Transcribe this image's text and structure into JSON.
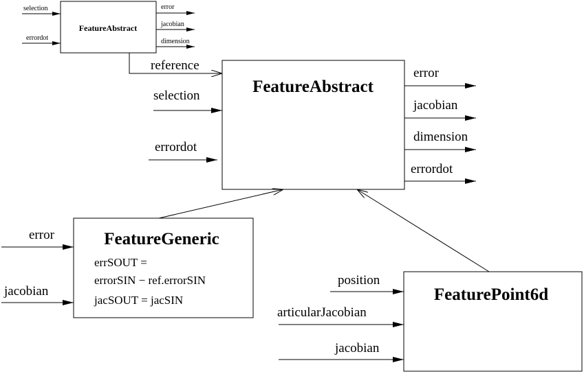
{
  "small_block": {
    "title": "FeatureAbstract",
    "inputs": [
      "selection",
      "errordot"
    ],
    "outputs": [
      "error",
      "jacobian",
      "dimension"
    ]
  },
  "reference_label": "reference",
  "main_block": {
    "title": "FeatureAbstract",
    "inputs": [
      "selection",
      "errordot"
    ],
    "outputs": [
      "error",
      "jacobian",
      "dimension",
      "errordot"
    ]
  },
  "generic_block": {
    "title": "FeatureGeneric",
    "inputs": [
      "error",
      "jacobian"
    ],
    "body_lines": [
      "errSOUT =",
      "errorSIN − ref.errorSIN",
      "jacSOUT = jacSIN"
    ]
  },
  "point6d_block": {
    "title": "FeaturePoint6d",
    "inputs": [
      "position",
      "articularJacobian",
      "jacobian"
    ]
  },
  "colors": {
    "line": "#000000",
    "background": "#ffffff"
  }
}
